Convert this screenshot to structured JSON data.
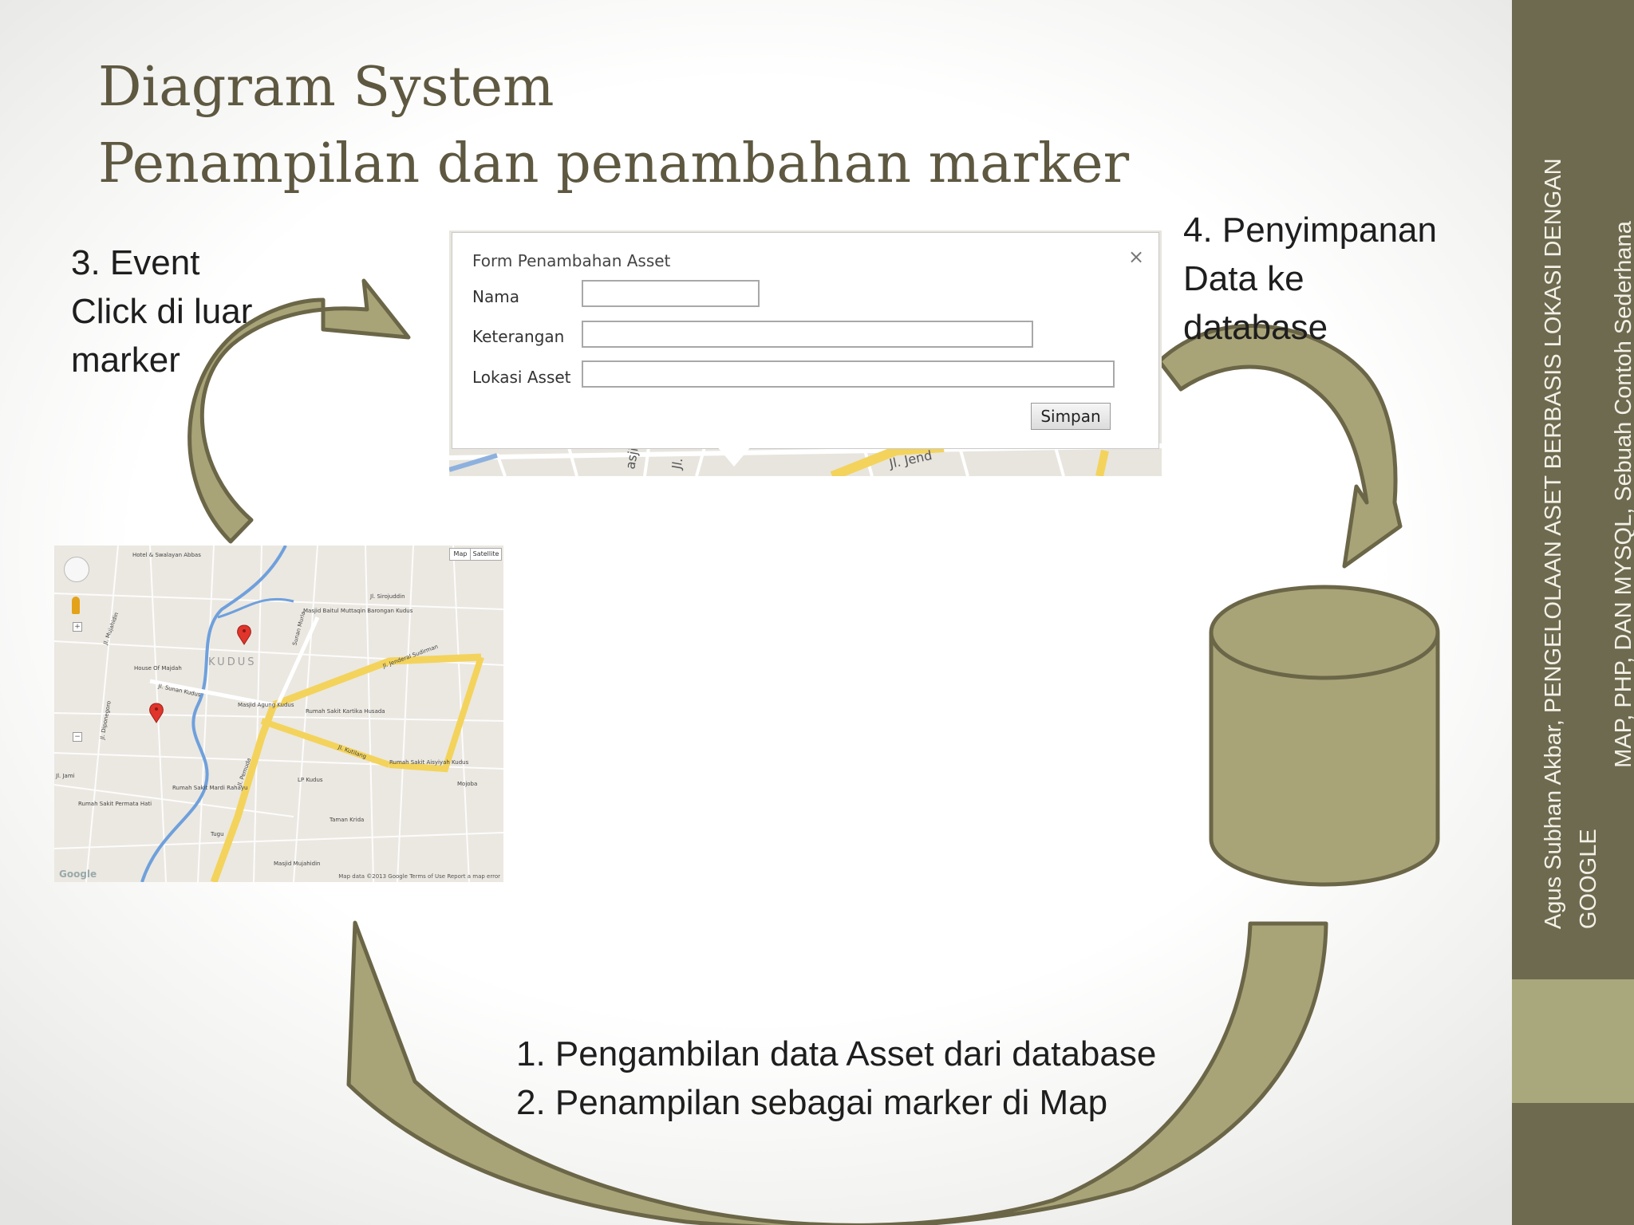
{
  "slide": {
    "title_lines": [
      "Diagram System",
      "Penampilan dan penambahan marker"
    ],
    "step3_lines": [
      "3. Event",
      "Click di luar",
      "marker"
    ],
    "step4_lines": [
      "4. Penyimpanan",
      "Data ke",
      "database"
    ],
    "steps12_lines": [
      "1. Pengambilan data Asset dari database",
      "2. Penampilan sebagai marker di Map"
    ]
  },
  "sidebar": {
    "lines": [
      "Agus Subhan Akbar, PENGELOLAAN ASET BERBASIS LOKASI DENGAN GOOGLE",
      "MAP, PHP, DAN MYSQL, Sebuah Contoh Sederhana"
    ]
  },
  "form": {
    "title": "Form Penambahan Asset",
    "close": "×",
    "fields": [
      {
        "label": "Nama",
        "value": ""
      },
      {
        "label": "Keterangan",
        "value": ""
      },
      {
        "label": "Lokasi Asset",
        "value": ""
      }
    ],
    "submit_label": "Simpan",
    "map_street_labels": [
      "asjid",
      "Jl.",
      "Jl. Jend"
    ]
  },
  "map": {
    "type_buttons": [
      "Map",
      "Satellite"
    ],
    "city_label": "KUDUS",
    "place_labels": [
      "Hotel & Swalayan Abbas",
      "Masjid Baitul Muttaqin Barongan Kudus",
      "House Of Majdah",
      "Masjid Agung Kudus",
      "Rumah Sakit Kartika Husada",
      "Rumah Sakit Aisyiyah Kudus",
      "Jl. Jenderal Sudirman",
      "Jl. Sunan Kudus",
      "Jl. Pemuda",
      "Tugu",
      "Masjid Mujahidin",
      "Mojoba",
      "Jl. Jami",
      "Rumah Sakit Mardi Rahayu",
      "Jl. Mujahidin",
      "Rumah Sakit Permata Hati",
      "Jl. Diponegoro",
      "Jl. Kutilang",
      "LP Kudus",
      "Taman Krida",
      "Sunan Muria",
      "Jl. Sirojuddin"
    ],
    "footer": "Map data ©2013 Google   Terms of Use   Report a map error",
    "logo": "Google"
  },
  "colors": {
    "accent_dark": "#6e6a50",
    "accent_light": "#a9a77c",
    "title": "#5e5841",
    "cylinder_fill": "#a8a478",
    "cylinder_stroke": "#6b6647"
  },
  "icons": {
    "cylinder": "database-icon",
    "arrows": "curved-arrow-icon",
    "markers": "map-pin-icon"
  }
}
